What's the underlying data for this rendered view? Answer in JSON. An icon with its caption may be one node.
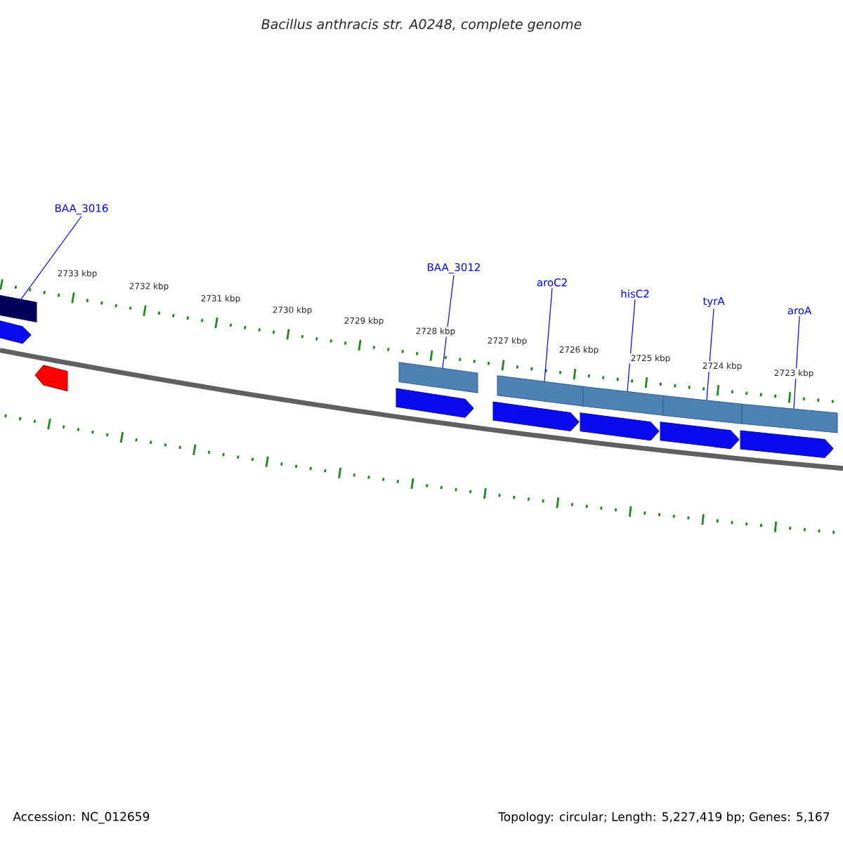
{
  "diagram": {
    "title": "Bacillus anthracis str. A0248, complete genome",
    "nodes": [
      {
        "text": [
          "BAA_3016"
        ]
      },
      {
        "text": [
          "BAA_3012"
        ]
      },
      {
        "text": [
          "aroC2"
        ]
      },
      {
        "text": [
          "hisC2"
        ]
      },
      {
        "text": [
          "tyrA"
        ]
      },
      {
        "text": [
          "aroA"
        ]
      },
      {
        "text": [],
        "shape": "bar"
      },
      {
        "text": [],
        "shape": "bar"
      },
      {
        "text": [],
        "shape": "bar"
      },
      {
        "text": [],
        "shape": "bar"
      },
      {
        "text": [],
        "shape": "bar"
      },
      {
        "text": [],
        "shape": "bar"
      }
    ],
    "edges": [
      {
        "from": 0,
        "to": 6,
        "arrow": "none"
      },
      {
        "from": 1,
        "to": 7,
        "arrow": "none"
      },
      {
        "from": 2,
        "to": 8,
        "arrow": "none"
      },
      {
        "from": 3,
        "to": 9,
        "arrow": "none"
      },
      {
        "from": 4,
        "to": 10,
        "arrow": "none"
      },
      {
        "from": 5,
        "to": 11,
        "arrow": "none"
      }
    ],
    "labels": [
      "2733 kbp",
      "2732 kbp",
      "2731 kbp",
      "2730 kbp",
      "2729 kbp",
      "2728 kbp",
      "2727 kbp",
      "2726 kbp",
      "2725 kbp",
      "2724 kbp",
      "2723 kbp",
      "Accession: NC_012659",
      "Topology: circular; Length: 5,227,419 bp; Genes: 5,167"
    ]
  }
}
